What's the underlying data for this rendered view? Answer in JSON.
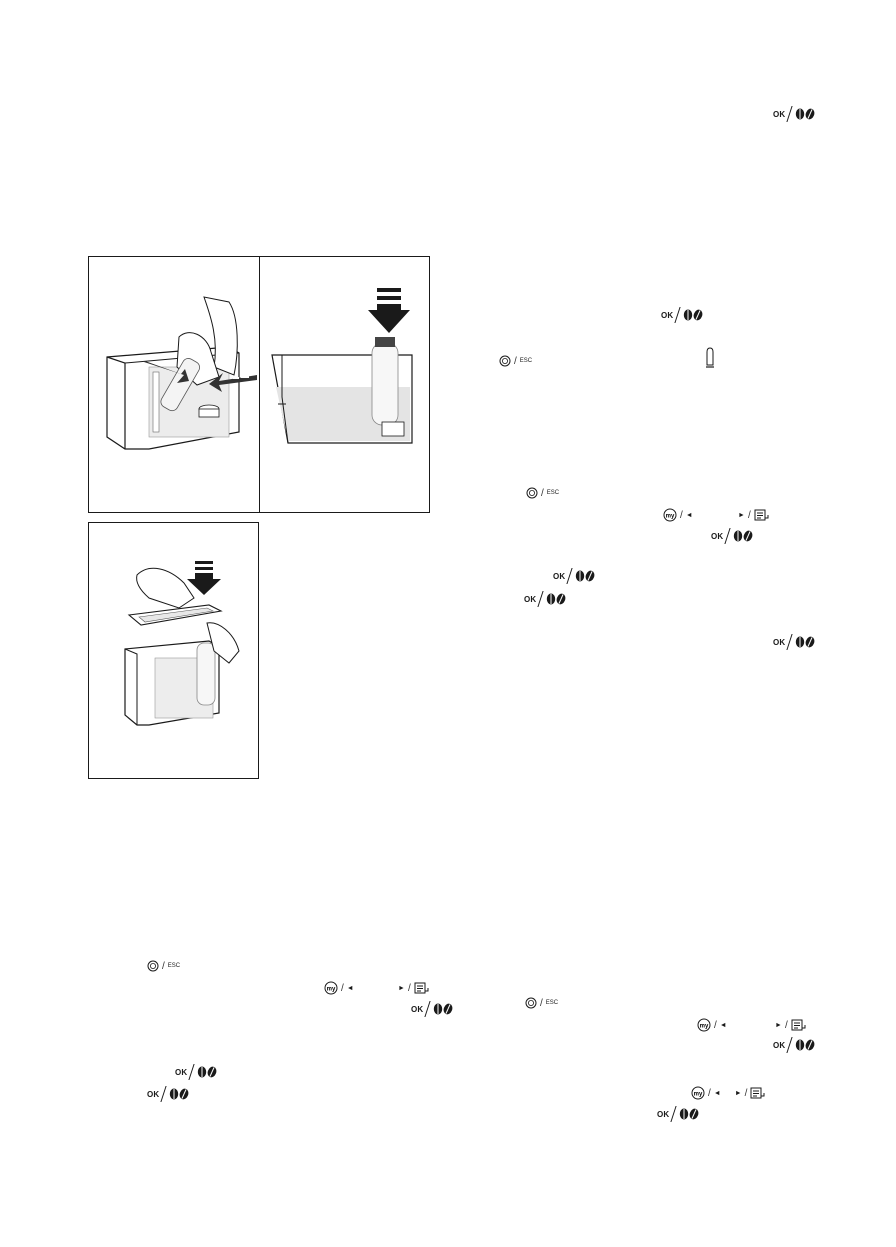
{
  "icons": {
    "ok_label": "OK",
    "esc_label": "ESC",
    "my_label": "my",
    "left_arrow": "◄",
    "right_arrow": "►",
    "separator": "/"
  },
  "illustrations": [
    {
      "name": "fig-filter-unscrew"
    },
    {
      "name": "fig-filter-insert-tank"
    },
    {
      "name": "fig-tank-lid-close"
    }
  ]
}
